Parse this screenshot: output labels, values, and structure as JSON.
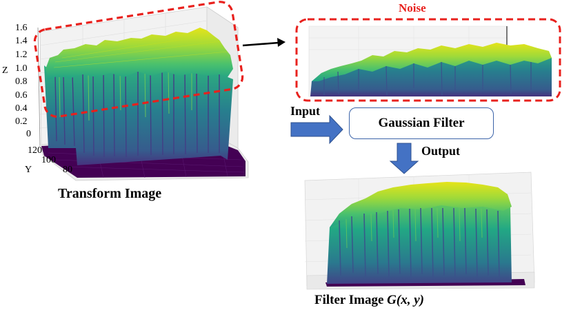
{
  "labels": {
    "noise": "Noise",
    "input": "Input",
    "output": "Output",
    "gaussian_filter": "Gaussian Filter",
    "transform_image": "Transform Image",
    "filter_image_prefix": "Filter Image ",
    "filter_image_formula": "G(x, y)"
  },
  "axes": {
    "z_label": "Z",
    "y_label": "Y",
    "z_ticks": [
      "1.6",
      "1.4",
      "1.2",
      "1.0",
      "0.8",
      "0.6",
      "0.4",
      "0.2",
      "0"
    ],
    "y_ticks": [
      "120",
      "100",
      "80"
    ]
  },
  "colors": {
    "highlight": "#e8211d",
    "arrow_fill": "#4472c4",
    "arrow_stroke": "#2f528f",
    "box_border": "#3b63a8",
    "surface_top": "#e5e419",
    "surface_mid": "#35b779",
    "surface_low": "#31688e",
    "surface_base": "#440154"
  }
}
